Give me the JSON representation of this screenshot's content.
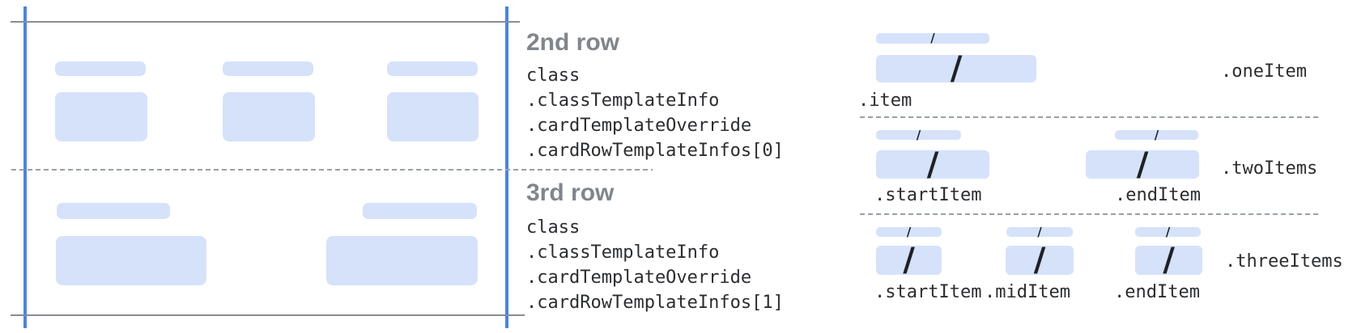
{
  "glyphs": {
    "slash": "/"
  },
  "colors": {
    "placeholder_bar_fill": "#d5e2fa",
    "card_edge_blue": "#4b82e8",
    "boundary_line_gray": "#898d92",
    "dashed_line_gray": "#9aa0a6",
    "heading_gray": "#80868b",
    "code_text": "#2b2d30"
  },
  "left_annotations": {
    "row2": {
      "heading": "2nd row",
      "code_lines": [
        "class",
        ".classTemplateInfo",
        ".cardTemplateOverride",
        ".cardRowTemplateInfos[0]"
      ]
    },
    "row3": {
      "heading": "3rd row",
      "code_lines": [
        "class",
        ".classTemplateInfo",
        ".cardTemplateOverride",
        ".cardRowTemplateInfos[1]"
      ]
    }
  },
  "right_layouts": {
    "one": {
      "label": ".oneItem",
      "item_labels": [
        ".item"
      ]
    },
    "two": {
      "label": ".twoItems",
      "item_labels": [
        ".startItem",
        ".endItem"
      ]
    },
    "three": {
      "label": ".threeItems",
      "item_labels": [
        ".startItem",
        ".midItem",
        ".endItem"
      ]
    }
  }
}
